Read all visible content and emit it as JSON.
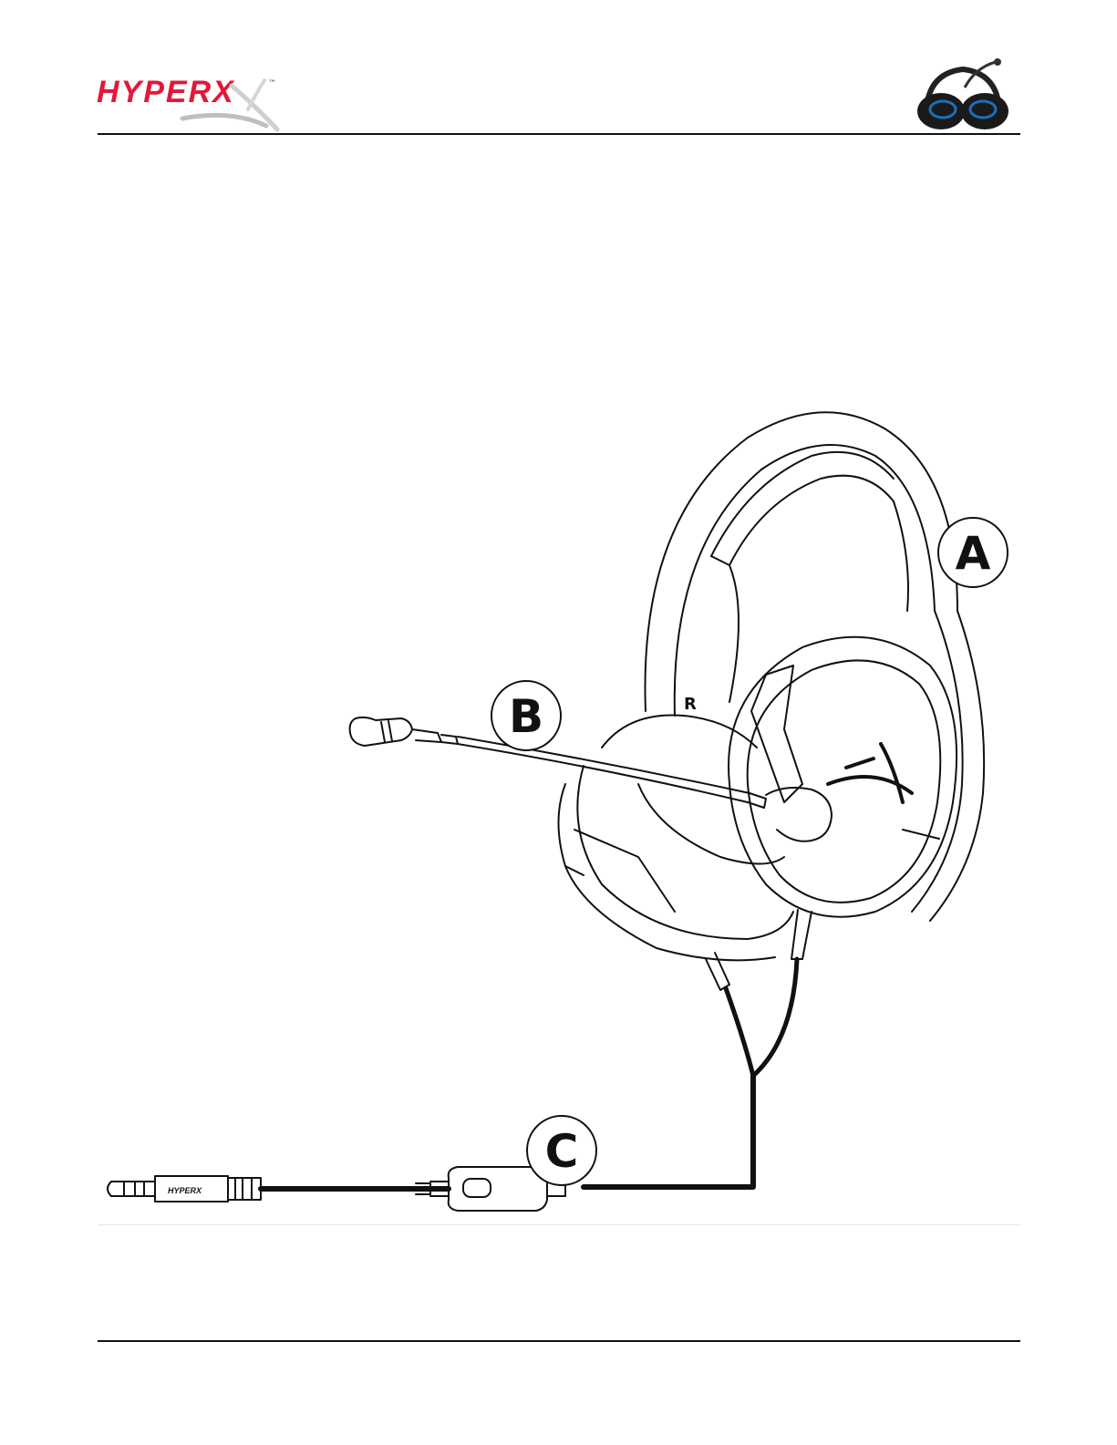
{
  "header": {
    "brand": "HYPERX",
    "trademark": "™",
    "brand_color": "#e31837",
    "accent_color": "#1e6fb8"
  },
  "diagram": {
    "callouts": [
      {
        "id": "A",
        "label": "A",
        "part": "headband"
      },
      {
        "id": "B",
        "label": "B",
        "part": "detachable microphone"
      },
      {
        "id": "C",
        "label": "C",
        "part": "inline control"
      }
    ],
    "ear_marker": "R",
    "plug_brand": "HYPERX"
  }
}
